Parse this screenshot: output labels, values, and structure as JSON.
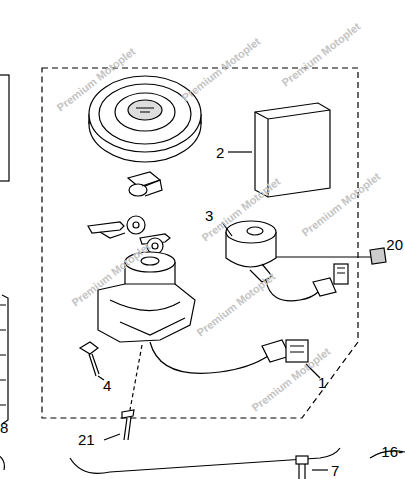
{
  "diagram": {
    "labels": [
      "2",
      "3",
      "20",
      "4",
      "1",
      "21",
      "7",
      "8",
      "16-",
      "Premium Motoplet",
      "Premium Motoplet",
      "Premium Motoplet",
      "Premium Motoplet",
      "Premium Motoplet",
      "Premium Motoplet",
      "Premium Motoplet",
      "Premium Motoplet"
    ]
  }
}
